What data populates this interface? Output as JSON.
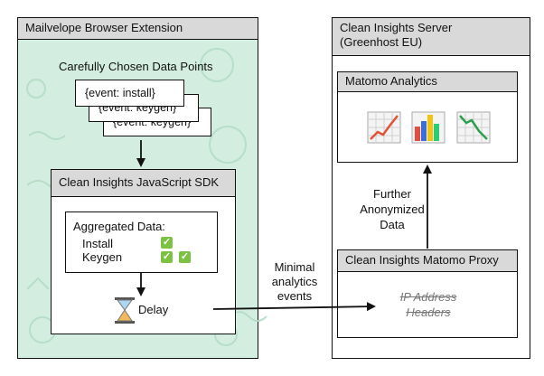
{
  "extension": {
    "title": "Mailvelope Browser Extension",
    "data_points_label": "Carefully Chosen Data Points",
    "cards": [
      "{event: install}",
      "{event: keygen}",
      "{event: keygen}"
    ],
    "sdk": {
      "title": "Clean Insights JavaScript SDK",
      "aggregated_label": "Aggregated Data:",
      "rows": [
        {
          "label": "Install",
          "checks": 1
        },
        {
          "label": "Keygen",
          "checks": 2
        }
      ],
      "delay_label": "Delay"
    }
  },
  "link_label": [
    "Minimal",
    "analytics",
    "events"
  ],
  "server": {
    "title": [
      "Clean Insights Server",
      "(Greenhost EU)"
    ],
    "matomo": {
      "title": "Matomo Analytics"
    },
    "further_label": [
      "Further",
      "Anonymized",
      "Data"
    ],
    "proxy": {
      "title": "Clean Insights Matomo Proxy",
      "stripped": [
        "IP Address",
        "Headers"
      ]
    }
  },
  "colors": {
    "extension_bg": "#d3eee0",
    "header_bg": "#d9d9d9",
    "check": "#7cc242"
  }
}
